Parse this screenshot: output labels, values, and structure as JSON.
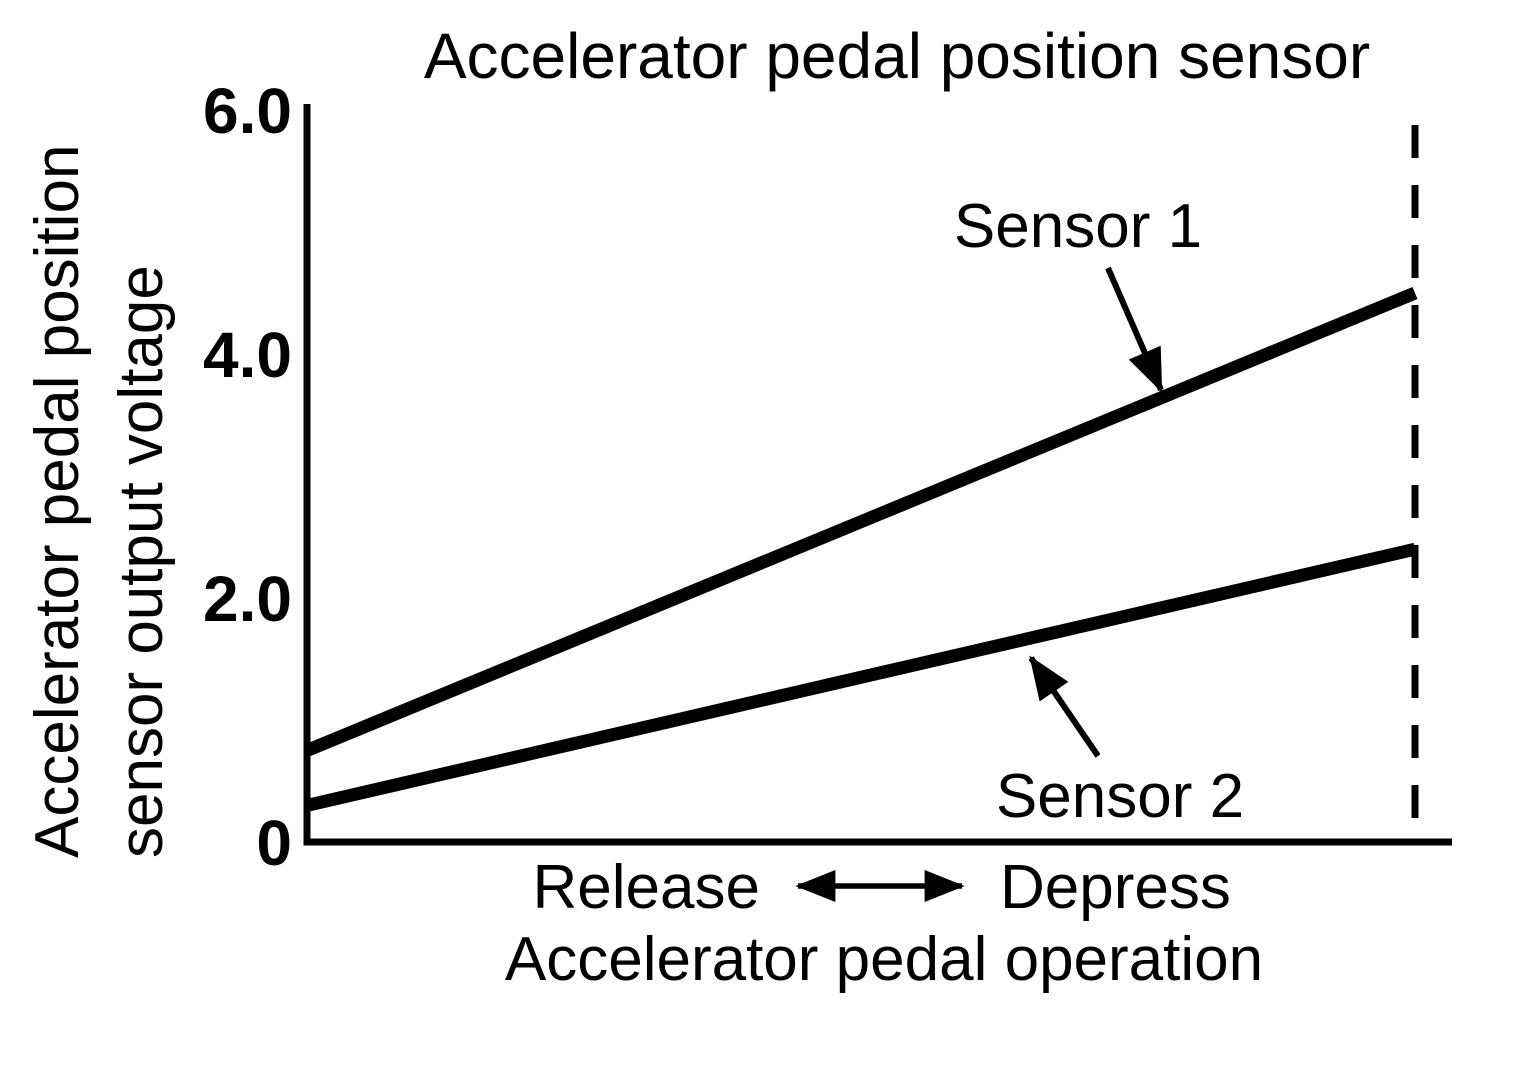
{
  "page": {
    "background": "#ffffff",
    "foreground": "#000000"
  },
  "chart_data": {
    "type": "line",
    "title": "Accelerator pedal position sensor",
    "ylabel": "Accelerator pedal position sensor output voltage",
    "ylabel_lines": [
      "Accelerator pedal position",
      "sensor output voltage"
    ],
    "xlabel": "Accelerator pedal operation",
    "x_direction_labels": {
      "left": "Release",
      "right": "Depress"
    },
    "ylim": [
      0,
      6.0
    ],
    "yticks": [
      {
        "value": 6.0,
        "label": "6.0"
      },
      {
        "value": 4.0,
        "label": "4.0"
      },
      {
        "value": 2.0,
        "label": "2.0"
      },
      {
        "value": 0,
        "label": "0"
      }
    ],
    "series": [
      {
        "name": "Sensor 1",
        "x_fraction": [
          0,
          1
        ],
        "values_volts": [
          0.75,
          4.5
        ]
      },
      {
        "name": "Sensor 2",
        "x_fraction": [
          0,
          1
        ],
        "values_volts": [
          0.3,
          2.4
        ]
      }
    ],
    "full_depress_boundary": {
      "style": "dashed vertical line",
      "x_fraction": 1.0
    },
    "grid": false,
    "legend": "inline labels with arrows pointing at each line",
    "line_color": "#000000",
    "background": "#ffffff"
  }
}
